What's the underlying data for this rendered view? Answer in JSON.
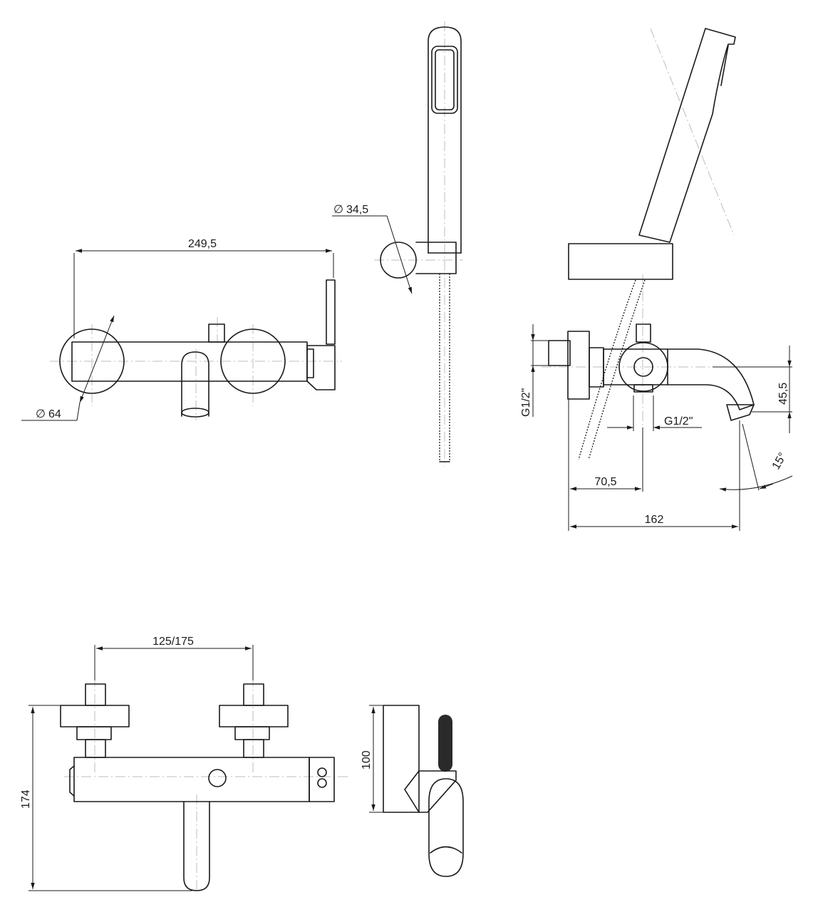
{
  "dimensions": {
    "front_width": "249,5",
    "flange_diameter": "64",
    "holder_diameter": "34,5",
    "inlet_thread": "G1/2\"",
    "outlet_thread": "G1/2\"",
    "spout_height": "45,5",
    "depth_inlet": "70,5",
    "depth_total": "162",
    "spout_angle": "15°",
    "center_distance": "125/175",
    "total_height": "174",
    "holder_height": "100"
  },
  "symbols": {
    "diameter": "∅"
  }
}
